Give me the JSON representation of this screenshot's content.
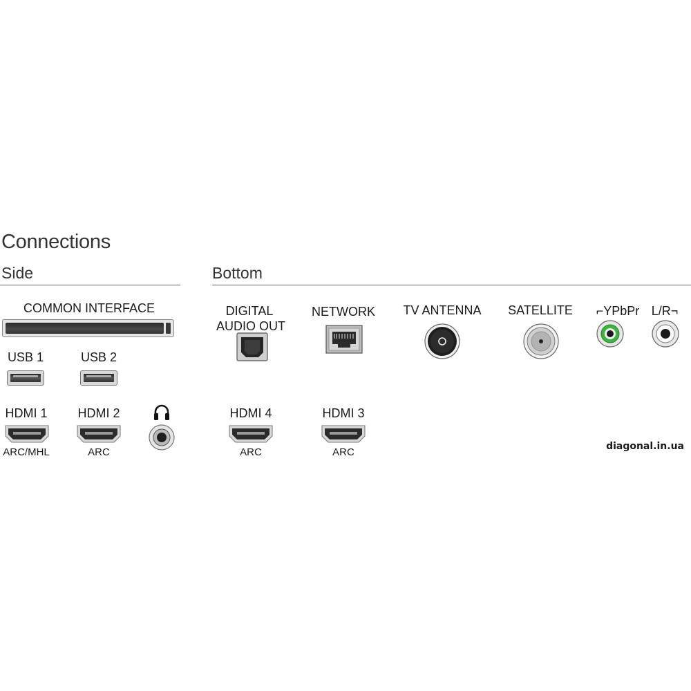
{
  "title": "Connections",
  "sections": {
    "side": "Side",
    "bottom": "Bottom"
  },
  "side": {
    "common_interface": "COMMON INTERFACE",
    "usb": [
      "USB 1",
      "USB 2"
    ],
    "hdmi": [
      {
        "label": "HDMI 1",
        "sub": "ARC/MHL"
      },
      {
        "label": "HDMI 2",
        "sub": "ARC"
      }
    ],
    "headphones_icon": "headphones-icon"
  },
  "bottom": {
    "digital_audio_out": {
      "line1": "DIGITAL",
      "line2": "AUDIO OUT"
    },
    "network": "NETWORK",
    "tv_antenna": "TV ANTENNA",
    "satellite": "SATELLITE",
    "ypbpr": "⌐YPbPr",
    "lr": "L/R¬",
    "hdmi": [
      {
        "label": "HDMI 4",
        "sub": "ARC"
      },
      {
        "label": "HDMI 3",
        "sub": "ARC"
      }
    ]
  },
  "colors": {
    "ypbpr_ring": "#3fb53f",
    "rule": "#666666"
  },
  "watermark": "diagonal.in.ua"
}
